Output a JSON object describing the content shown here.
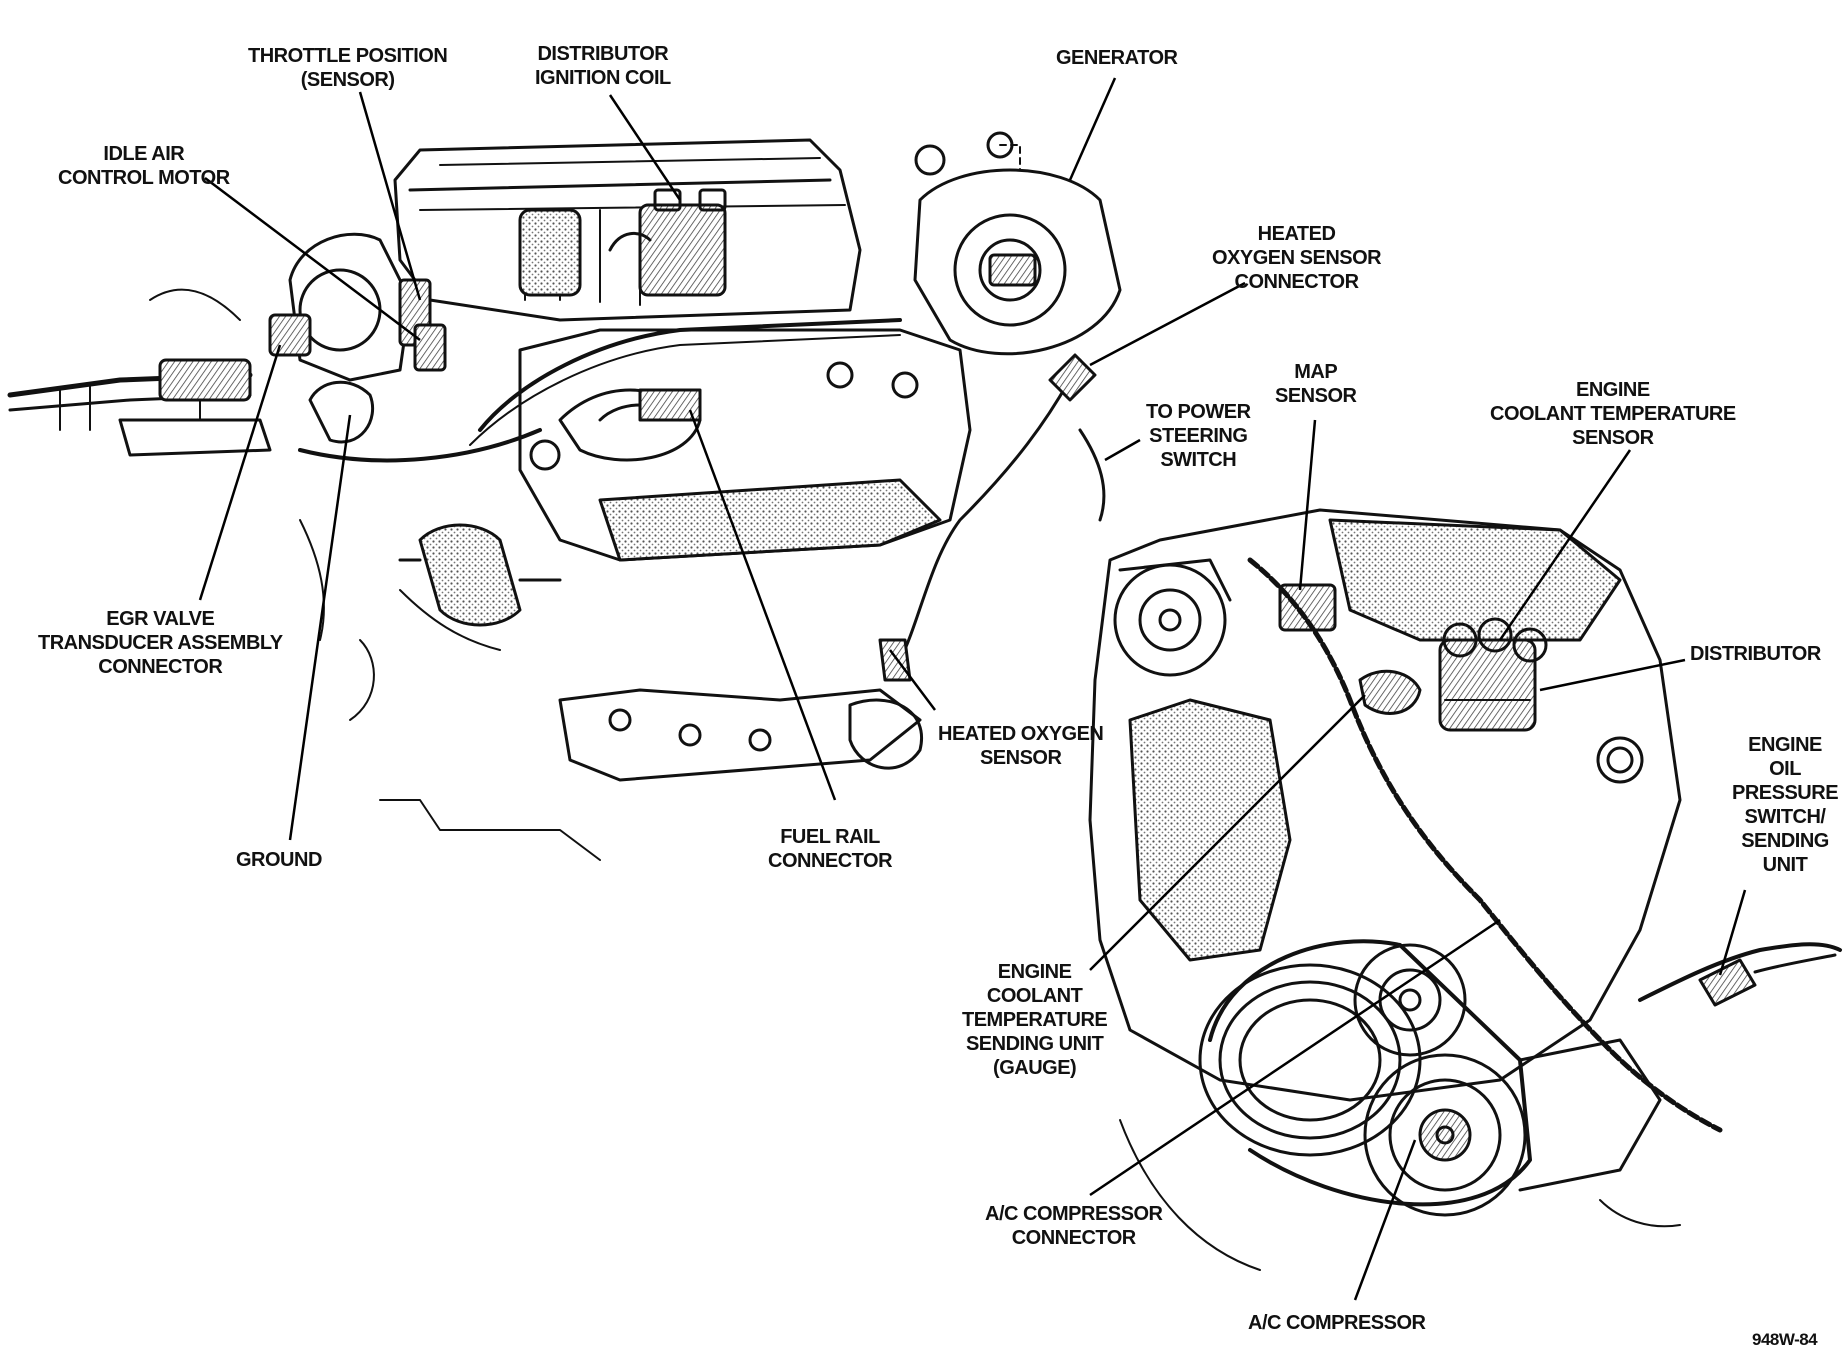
{
  "labels": {
    "throttle_position": [
      "THROTTLE POSITION",
      "(SENSOR)"
    ],
    "distributor_ignition_coil": [
      "DISTRIBUTOR",
      "IGNITION COIL"
    ],
    "generator": [
      "GENERATOR"
    ],
    "idle_air_control_motor": [
      "IDLE AIR",
      "CONTROL MOTOR"
    ],
    "heated_oxygen_sensor_connector": [
      "HEATED",
      "OXYGEN SENSOR",
      "CONNECTOR"
    ],
    "to_power_steering_switch": [
      "TO POWER",
      "STEERING",
      "SWITCH"
    ],
    "map_sensor": [
      "MAP",
      "SENSOR"
    ],
    "engine_coolant_temperature_sensor": [
      "ENGINE",
      "COOLANT TEMPERATURE",
      "SENSOR"
    ],
    "egr_valve_transducer_connector": [
      "EGR VALVE",
      "TRANSDUCER ASSEMBLY",
      "CONNECTOR"
    ],
    "distributor": [
      "DISTRIBUTOR"
    ],
    "heated_oxygen_sensor": [
      "HEATED OXYGEN",
      "SENSOR"
    ],
    "engine_oil_pressure_switch": [
      "ENGINE",
      "OIL",
      "PRESSURE",
      "SWITCH/",
      "SENDING",
      "UNIT"
    ],
    "ground": [
      "GROUND"
    ],
    "fuel_rail_connector": [
      "FUEL RAIL",
      "CONNECTOR"
    ],
    "engine_coolant_temperature_sending_unit": [
      "ENGINE",
      "COOLANT",
      "TEMPERATURE",
      "SENDING UNIT",
      "(GAUGE)"
    ],
    "ac_compressor_connector": [
      "A/C COMPRESSOR",
      "CONNECTOR"
    ],
    "ac_compressor": [
      "A/C COMPRESSOR"
    ]
  },
  "figure_number": "948W-84",
  "colors": {
    "ink": "#111111",
    "shade": "#9a9a9a",
    "paper": "#ffffff"
  }
}
